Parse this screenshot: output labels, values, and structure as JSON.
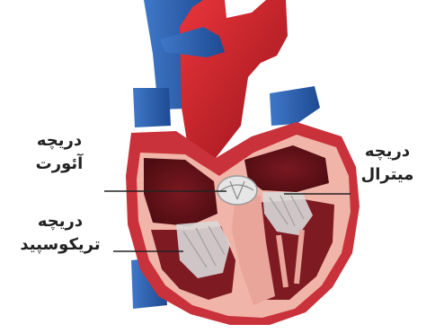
{
  "labels": {
    "aortic_valve": {
      "line1": "دریچه",
      "line2": "آئورت"
    },
    "tricuspid_valve": {
      "line1": "دریچه",
      "line2": "تریکوسپید"
    },
    "mitral_valve": {
      "line1": "دریچه",
      "line2": "میترال"
    }
  },
  "colors": {
    "artery_red": "#c8202c",
    "vein_blue": "#2a5fb0",
    "muscle_pink": "#f0b4a8",
    "chamber_dark": "#8a1e26",
    "valve_white": "#e8e8e8",
    "leader_line": "#222222"
  }
}
